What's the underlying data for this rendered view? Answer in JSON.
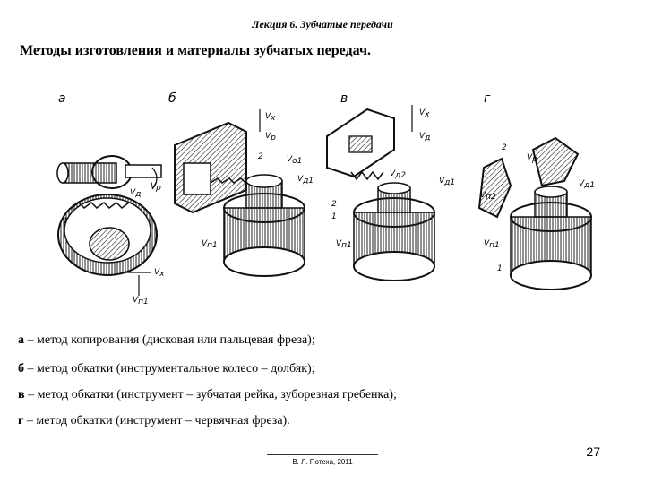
{
  "header": "Лекция 6. Зубчатые передачи",
  "title": "Методы изготовления и материалы зубчатых передач.",
  "figure": {
    "panel_labels": [
      "а",
      "б",
      "в",
      "г"
    ],
    "numbers": [
      "1",
      "2"
    ],
    "velocity_labels": {
      "vx": "V",
      "vx_sub": "x",
      "vp": "V",
      "vp_sub": "р",
      "vd": "V",
      "vd_sub": "д",
      "vo1": "V",
      "vo1_sub": "о1",
      "vd1": "V",
      "vd1_sub": "д1",
      "vd2": "V",
      "vd2_sub": "д2",
      "vp1": "V",
      "vp1_sub": "п1",
      "vn2": "V",
      "vn2_sub": "п2"
    }
  },
  "captions": [
    {
      "letter": "а",
      "text": " – метод копирования (дисковая или пальцевая фреза);"
    },
    {
      "letter": "б",
      "text": " – метод обкатки (инструментальное колесо – долбяк);"
    },
    {
      "letter": "в",
      "text": " – метод обкатки (инструмент – зубчатая рейка, зуборезная гребенка);"
    },
    {
      "letter": "г",
      "text": " – метод обкатки (инструмент – червячная фреза)."
    }
  ],
  "page_number": "27",
  "author": "В. Л. Потеха, 2011"
}
